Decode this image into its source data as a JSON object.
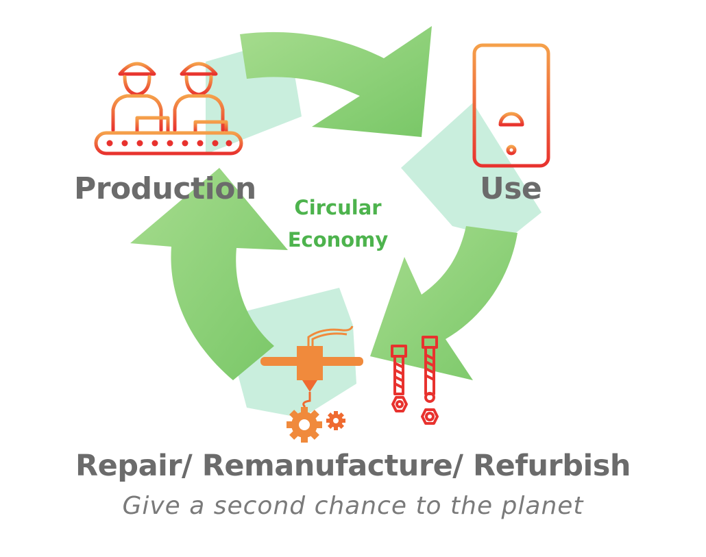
{
  "labels": {
    "production": "Production",
    "use": "Use",
    "center_line1": "Circular",
    "center_line2": "Economy",
    "repair": "Repair/ Remanufacture/ Refurbish",
    "tagline": "Give a second chance to the planet"
  },
  "icons": {
    "production": "factory-workers-conveyor-icon",
    "use": "water-heater-icon",
    "repair": "3d-printer-gears-icon",
    "repair_parts": "bolts-nuts-icon",
    "cycle": "recycle-arrows-icon"
  },
  "colors": {
    "arrow_green": "#8fd27a",
    "arrow_light": "#c9eedd",
    "icon_orange": "#f08a3c",
    "icon_red": "#e8322e",
    "label_gray": "#6b6b6b",
    "center_green": "#4db34d",
    "tagline_gray": "#7a7a7a"
  }
}
